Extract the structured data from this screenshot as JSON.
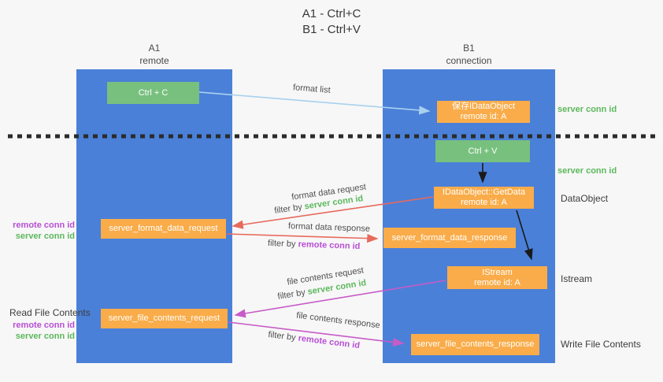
{
  "title": {
    "line1": "A1 - Ctrl+C",
    "line2": "B1 - Ctrl+V"
  },
  "lifelines": [
    {
      "name": "A1",
      "subtitle": "remote"
    },
    {
      "name": "B1",
      "subtitle": "connection"
    }
  ],
  "nodes": {
    "ctrl_c": {
      "label": "Ctrl + C"
    },
    "ctrl_v": {
      "label": "Ctrl + V"
    },
    "save_dataobject": {
      "line1": "保存IDataObject",
      "line2": "remote id: A"
    },
    "getdata": {
      "line1": "IDataObject::GetData",
      "line2": "remote id: A"
    },
    "istream": {
      "line1": "IStream",
      "line2": "remote id: A"
    },
    "format_request": {
      "label": "server_format_data_request"
    },
    "format_response": {
      "label": "server_format_data_response"
    },
    "file_request": {
      "label": "server_file_contents_request"
    },
    "file_response": {
      "label": "server_file_contents_response"
    }
  },
  "arrow_labels": {
    "format_list": "format list",
    "format_data_request": "format data request",
    "format_data_response": "format data response",
    "file_contents_request": "file contents request",
    "file_contents_response": "file contents response",
    "filter_by": "filter by",
    "server_conn_id": "server conn id",
    "remote_conn_id": "remote conn id"
  },
  "side_labels": {
    "server_conn_id_top": "server conn id",
    "server_conn_id_mid": "server conn id",
    "dataobject": "DataObject",
    "istream": "Istream",
    "read_file_contents": "Read File Contents",
    "write_file_contents": "Write File Contents",
    "remote_conn_id": "remote conn id",
    "server_conn_id": "server conn id"
  },
  "colors": {
    "column_blue": "#4a80d8",
    "box_green": "#78c07e",
    "box_orange": "#f9ac49",
    "text_green": "#5cb85c",
    "text_purple": "#b84fd4",
    "arrow_red": "#e8695d",
    "arrow_magenta": "#c75bc7",
    "arrow_lightblue": "#a9d1ee",
    "arrow_black": "#1a1a1a",
    "background": "#f7f7f7"
  }
}
